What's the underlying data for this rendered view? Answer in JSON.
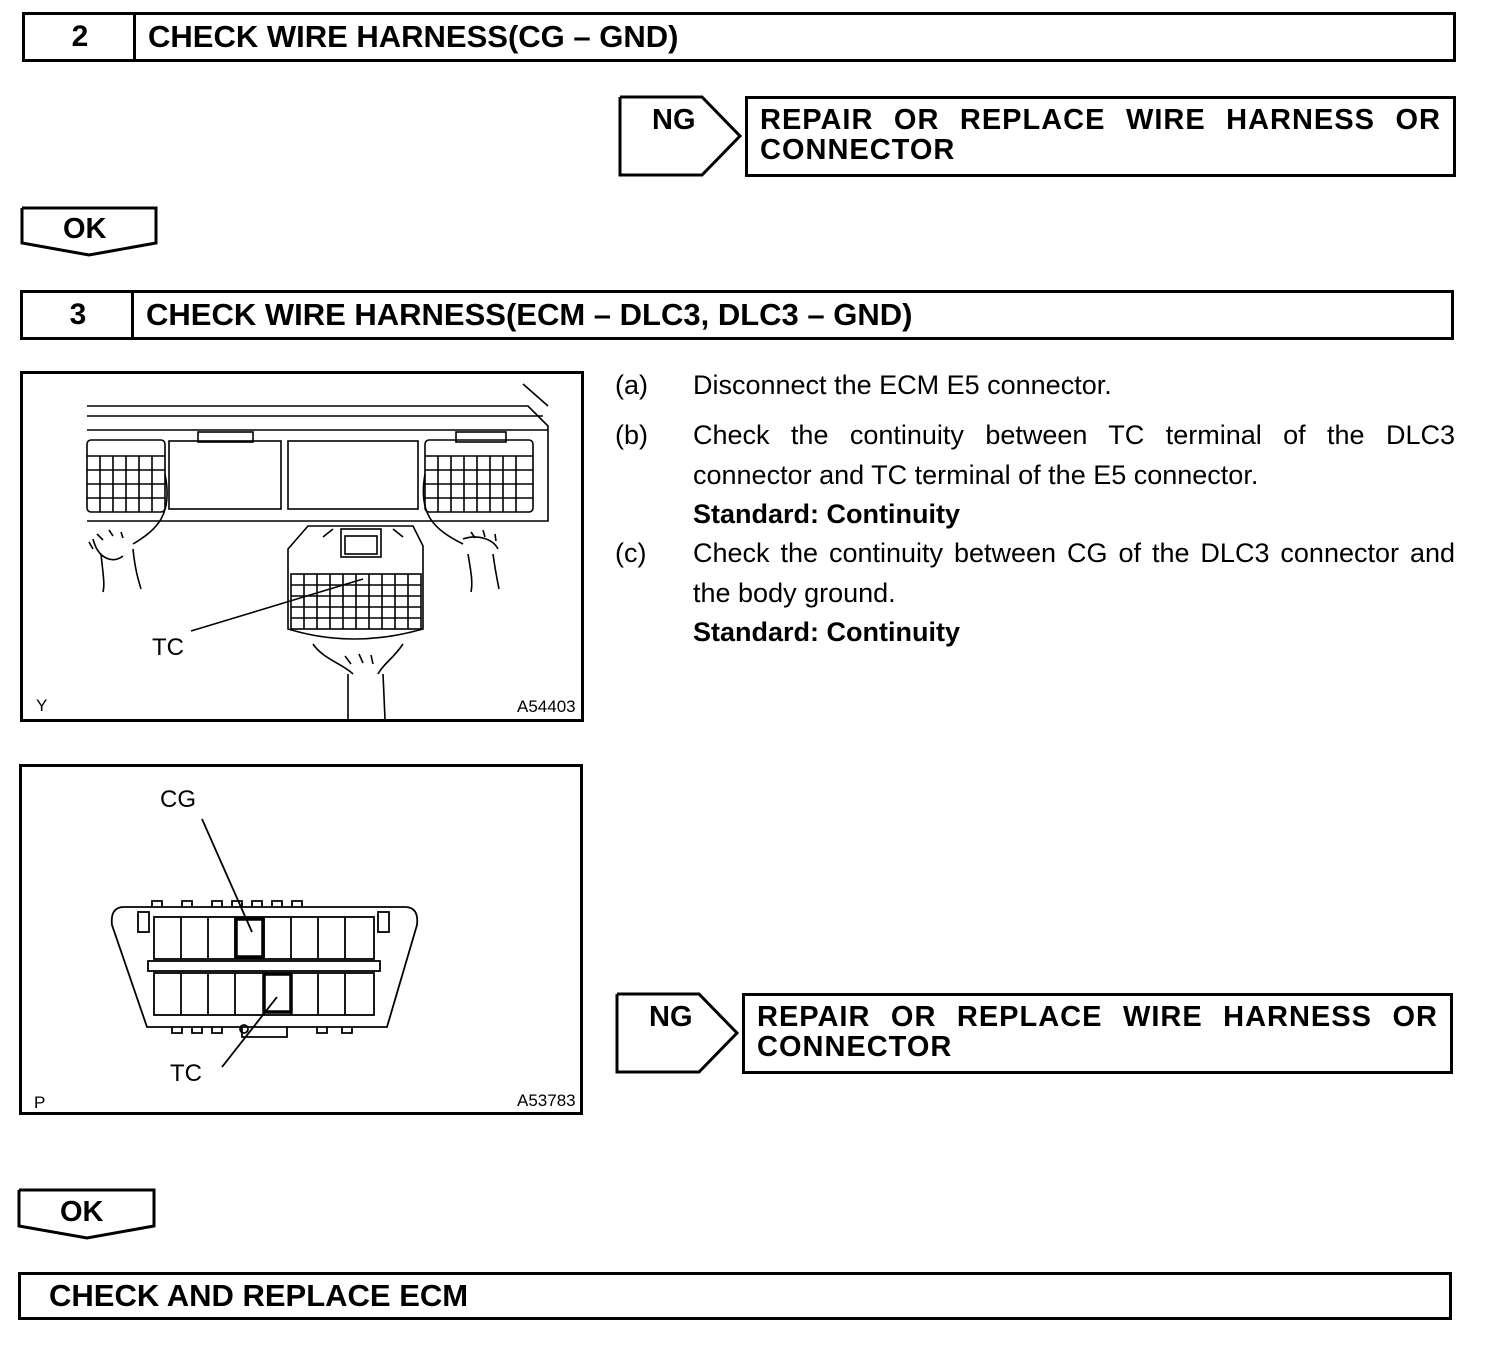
{
  "step2": {
    "number": "2",
    "title": "CHECK WIRE HARNESS(CG – GND)",
    "ng_label": "NG",
    "ng_action_words": [
      "REPAIR",
      "OR",
      "REPLACE",
      "WIRE",
      "HARNESS",
      "OR"
    ],
    "ng_action_line2": "CONNECTOR",
    "ok_label": "OK"
  },
  "step3": {
    "number": "3",
    "title": "CHECK WIRE HARNESS(ECM – DLC3, DLC3 – GND)",
    "instructions": [
      {
        "mark": "(a)",
        "text": "Disconnect the ECM E5 connector.",
        "standard": ""
      },
      {
        "mark": "(b)",
        "text": "Check the continuity between TC terminal of the DLC3 connector and TC terminal of the E5 connector.",
        "standard": "Standard: Continuity"
      },
      {
        "mark": "(c)",
        "text": "Check the continuity between CG of the DLC3 connector and the body ground.",
        "standard": "Standard: Continuity"
      }
    ],
    "figure1": {
      "label_tc": "TC",
      "corner_letter": "Y",
      "figure_id": "A54403"
    },
    "figure2": {
      "label_cg": "CG",
      "label_tc": "TC",
      "corner_letter": "P",
      "figure_id": "A53783"
    },
    "ng_label": "NG",
    "ng_action_words": [
      "REPAIR",
      "OR",
      "REPLACE",
      "WIRE",
      "HARNESS",
      "OR"
    ],
    "ng_action_line2": "CONNECTOR",
    "ok_label": "OK"
  },
  "final": {
    "title": "CHECK AND REPLACE ECM"
  }
}
